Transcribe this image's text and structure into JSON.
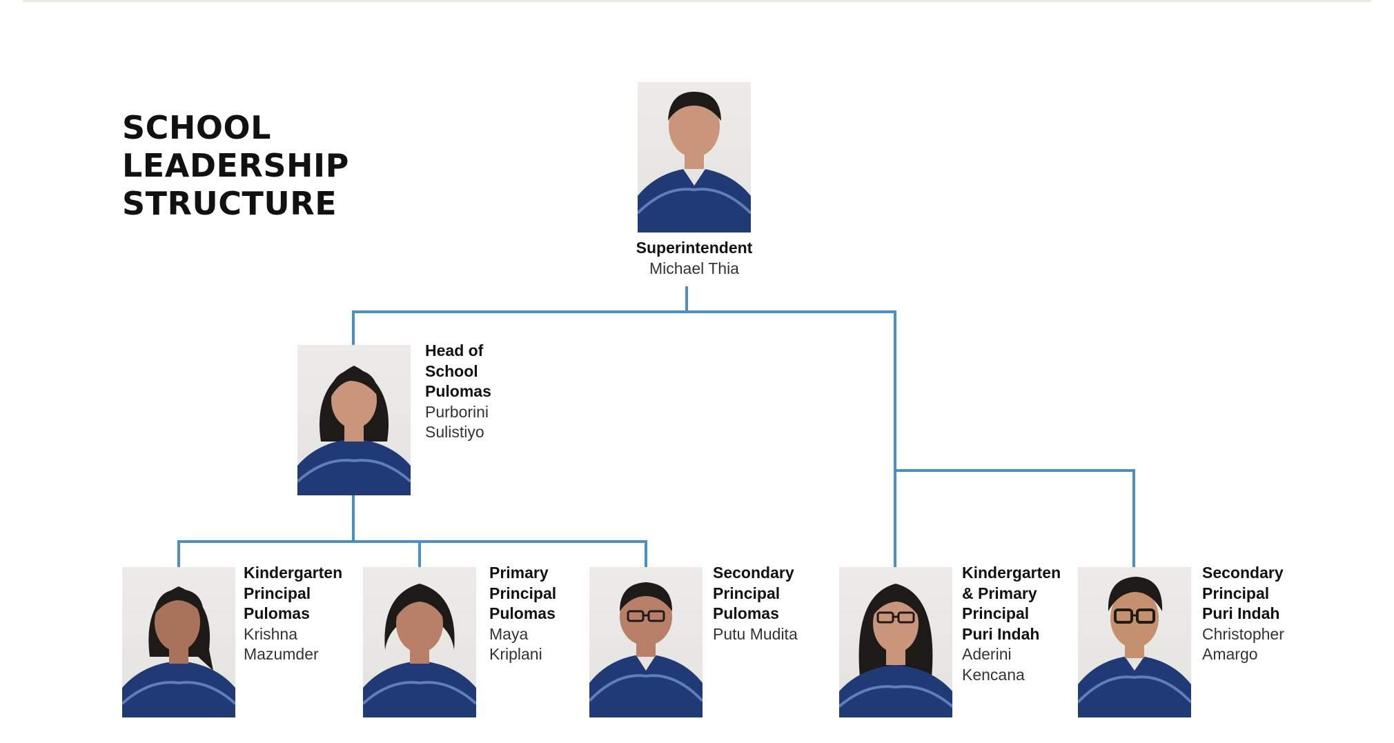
{
  "title": {
    "line1": "SCHOOL LEADERSHIP",
    "line2": "STRUCTURE"
  },
  "colors": {
    "connector": "#4a90c8",
    "shirt": "#1f3a75",
    "photo_background": "#e8e7e3",
    "skin": "#c9967b",
    "hair": "#1e1a18"
  },
  "people": {
    "superintendent": {
      "role": [
        "Superintendent"
      ],
      "name": [
        "Michael Thia"
      ],
      "photo_icon": "portrait-icon"
    },
    "head_pulomas": {
      "role": [
        "Head of",
        "School",
        "Pulomas"
      ],
      "name": [
        "Purborini",
        "Sulistiyo"
      ],
      "photo_icon": "portrait-icon"
    },
    "kg_pulomas": {
      "role": [
        "Kindergarten",
        "Principal",
        "Pulomas"
      ],
      "name": [
        "Krishna",
        "Mazumder"
      ],
      "photo_icon": "portrait-icon"
    },
    "primary_pulomas": {
      "role": [
        "Primary",
        "Principal",
        "Pulomas"
      ],
      "name": [
        "Maya",
        "Kriplani"
      ],
      "photo_icon": "portrait-icon"
    },
    "secondary_pulomas": {
      "role": [
        "Secondary",
        "Principal",
        "Pulomas"
      ],
      "name": [
        "Putu Mudita"
      ],
      "photo_icon": "portrait-icon"
    },
    "kg_primary_puri_indah": {
      "role": [
        "Kindergarten",
        "& Primary",
        "Principal",
        "Puri Indah"
      ],
      "name": [
        "Aderini",
        "Kencana"
      ],
      "photo_icon": "portrait-icon"
    },
    "secondary_puri_indah": {
      "role": [
        "Secondary",
        "Principal",
        "Puri Indah"
      ],
      "name": [
        "Christopher",
        "Amargo"
      ],
      "photo_icon": "portrait-icon"
    }
  }
}
